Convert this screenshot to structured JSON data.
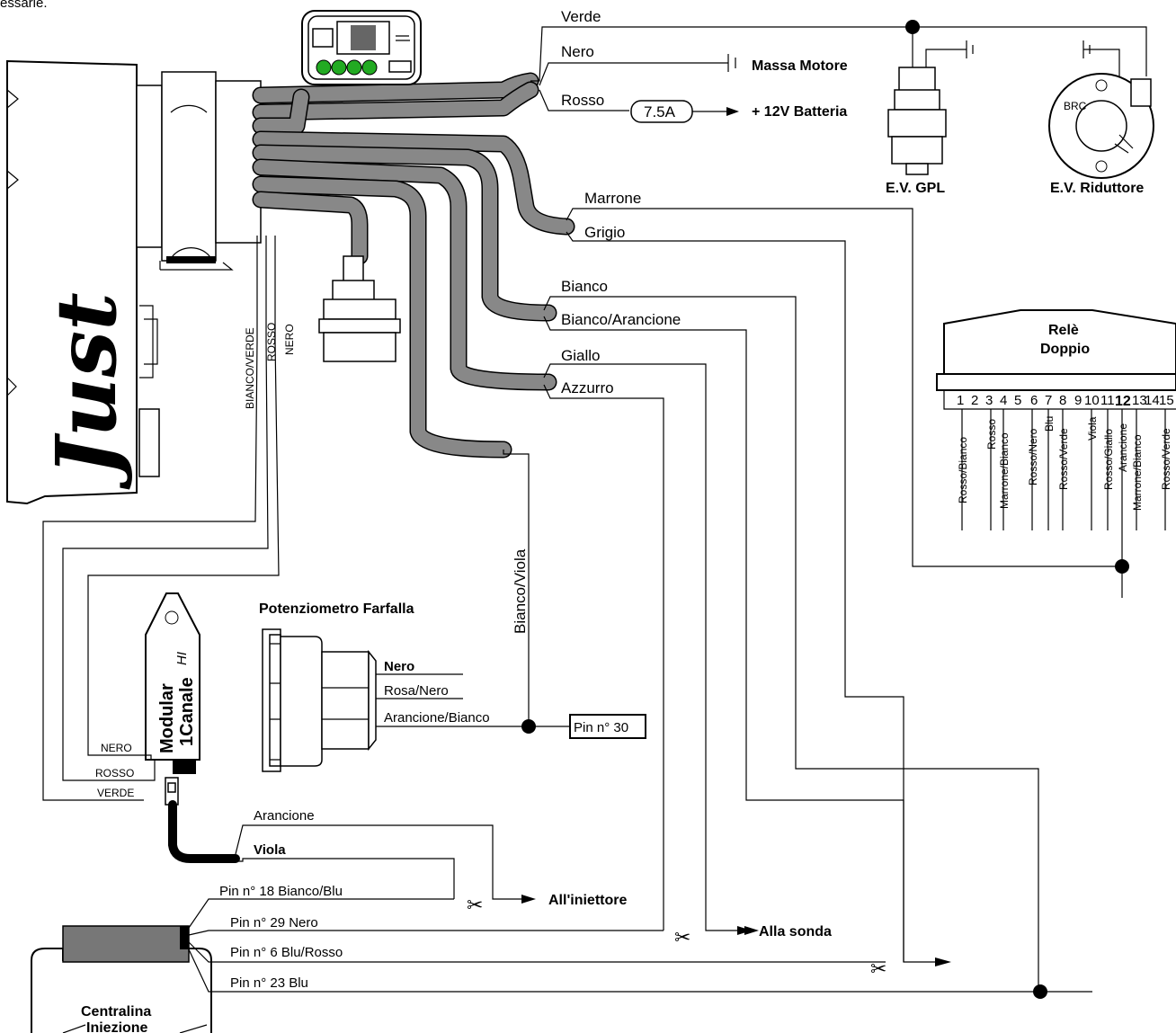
{
  "top_fragment": "essarie.",
  "logo_text": "Just",
  "ecu_side_wires": [
    "BIANCO/VERDE",
    "ROSSO",
    "NERO"
  ],
  "power": {
    "verde": "Verde",
    "nero": "Nero",
    "massa": "Massa Motore",
    "rosso": "Rosso",
    "fuse": "7.5A",
    "batteria": "+ 12V Batteria"
  },
  "valves": {
    "gpl": "E.V. GPL",
    "riduttore": "E.V. Riduttore",
    "brc": "BRC"
  },
  "wires": {
    "marrone": "Marrone",
    "grigio": "Grigio",
    "bianco": "Bianco",
    "bianco_arancione": "Bianco/Arancione",
    "giallo": "Giallo",
    "azzurro": "Azzurro",
    "bianco_viola": "Bianco/Viola"
  },
  "rele": {
    "title1": "Relè",
    "title2": "Doppio",
    "pins": [
      "1",
      "2",
      "3",
      "4",
      "5",
      "6",
      "7",
      "8",
      "9",
      "10",
      "11",
      "12",
      "13",
      "14",
      "15"
    ],
    "pin_wires": [
      "Rosso/Bianco",
      "Rosso",
      "Marrone/Bianco",
      "Rosso/Nero",
      "Blu",
      "Rosso/Verde",
      "Viola",
      "Rosso/Giallo",
      "Arancione",
      "Marrone/Bianco",
      "Rosso/Verde"
    ]
  },
  "potenziometro": {
    "title": "Potenziometro Farfalla",
    "nero": "Nero",
    "rosa_nero": "Rosa/Nero",
    "arancione_bianco": "Arancione/Bianco",
    "pin30": "Pin n° 30"
  },
  "modular": {
    "line1": "Modular",
    "line2": "1Canale",
    "hi": "HI",
    "nero": "NERO",
    "rosso": "ROSSO",
    "verde": "VERDE",
    "arancione": "Arancione",
    "viola": "Viola"
  },
  "injection": {
    "pin18": "Pin n° 18 Bianco/Blu",
    "pin29": "Pin n° 29 Nero",
    "pin6": "Pin n° 6 Blu/Rosso",
    "pin23": "Pin n° 23 Blu",
    "iniettore": "All'iniettore",
    "sonda": "Alla sonda",
    "centralina1": "Centralina",
    "centralina2": "Iniezione"
  }
}
